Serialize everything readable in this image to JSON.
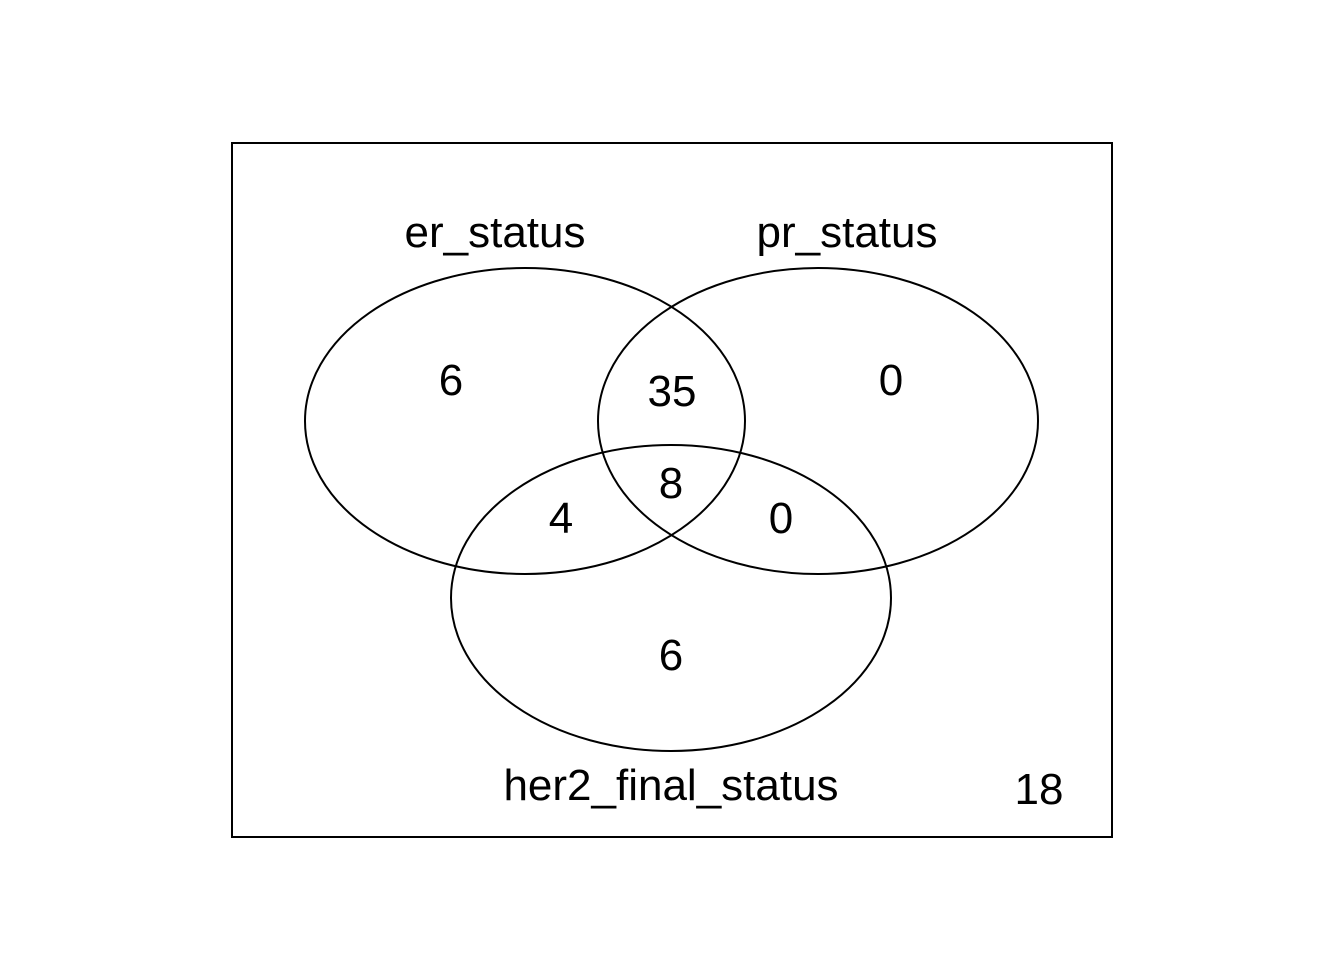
{
  "sets": [
    {
      "id": "er",
      "label": "er_status"
    },
    {
      "id": "pr",
      "label": "pr_status"
    },
    {
      "id": "her2",
      "label": "her2_final_status"
    }
  ],
  "regions": {
    "er_only": "6",
    "er_pr": "35",
    "pr_only": "0",
    "er_pr_her2": "8",
    "er_her2": "4",
    "pr_her2": "0",
    "her2_only": "6",
    "outside": "18"
  }
}
